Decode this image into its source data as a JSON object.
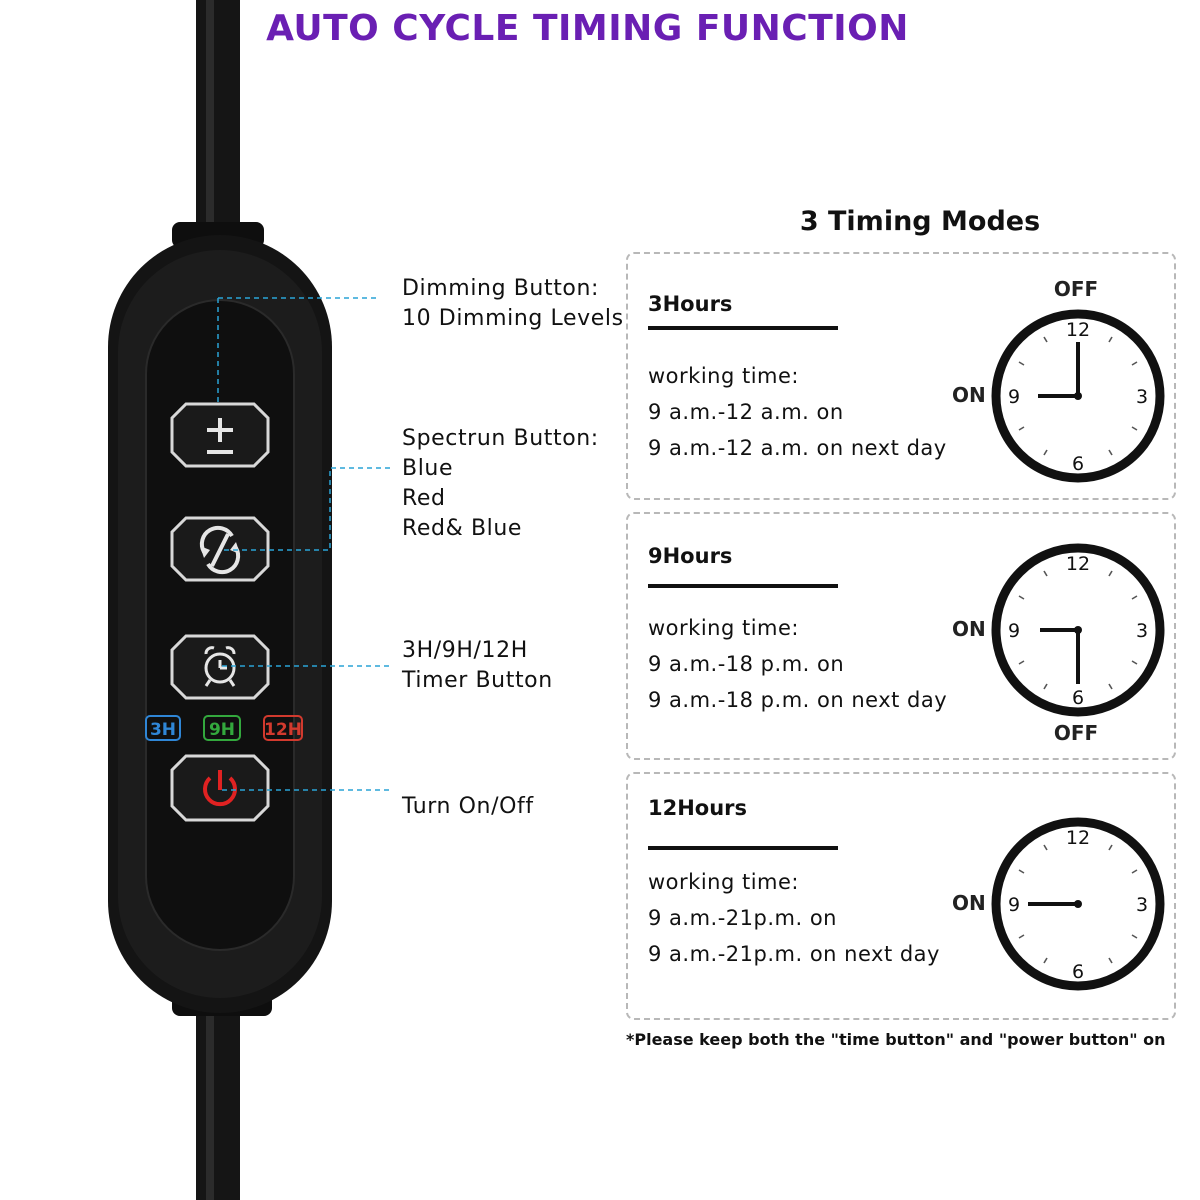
{
  "title": "AUTO CYCLE TIMING FUNCTION",
  "controller": {
    "indicators": [
      {
        "label": "3H",
        "color": "#2f86d6"
      },
      {
        "label": "9H",
        "color": "#33a83d"
      },
      {
        "label": "12H",
        "color": "#d23a2e"
      }
    ],
    "power_icon_color": "#e02222"
  },
  "callouts": {
    "dimming": [
      "Dimming Button:",
      "10 Dimming Levels"
    ],
    "spectrum": [
      "Spectrun Button:",
      "Blue",
      "Red",
      "Red& Blue"
    ],
    "timer": [
      "3H/9H/12H",
      "Timer Button"
    ],
    "power": [
      "Turn On/Off"
    ]
  },
  "modes_heading": "3 Timing Modes",
  "modes": [
    {
      "title": "3Hours",
      "lines": [
        "working time:",
        "9 a.m.-12 a.m. on",
        "9 a.m.-12 a.m. on next day"
      ],
      "clock": {
        "on_label": "ON",
        "off_label": "OFF",
        "numbers": [
          "12",
          "3",
          "6",
          "9"
        ]
      }
    },
    {
      "title": "9Hours",
      "lines": [
        "working time:",
        "9 a.m.-18 p.m. on",
        "9 a.m.-18 p.m. on next day"
      ],
      "clock": {
        "on_label": "ON",
        "off_label": "OFF",
        "numbers": [
          "12",
          "3",
          "6",
          "9"
        ]
      }
    },
    {
      "title": "12Hours",
      "lines": [
        "working time:",
        "9 a.m.-21p.m. on",
        "9 a.m.-21p.m. on next day"
      ],
      "clock": {
        "on_label": "ON",
        "numbers": [
          "12",
          "3",
          "6",
          "9"
        ]
      }
    }
  ],
  "note": "*Please keep both the \"time button\" and \"power button\" on",
  "colors": {
    "title": "#6a1fb3",
    "callout_line": "#2aa3d6",
    "device": "#161616"
  }
}
